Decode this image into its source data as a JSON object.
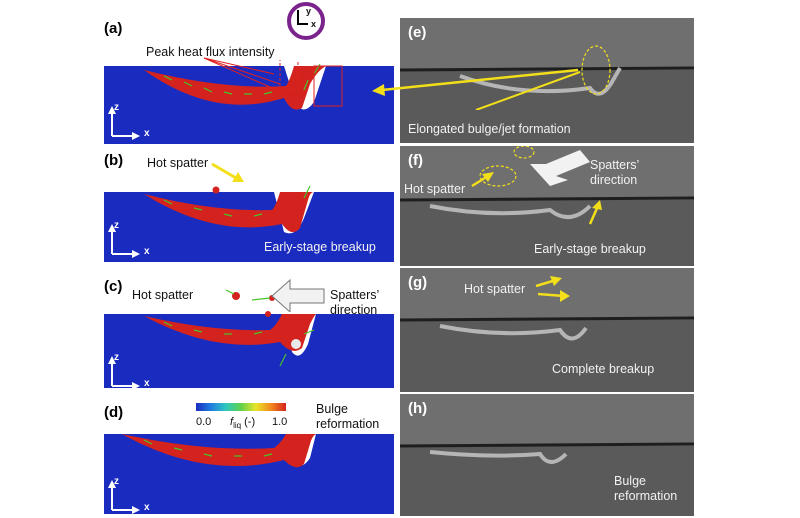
{
  "panels": {
    "a": "(a)",
    "b": "(b)",
    "c": "(c)",
    "d": "(d)",
    "e": "(e)",
    "f": "(f)",
    "g": "(g)",
    "h": "(h)"
  },
  "axes": {
    "z": "z",
    "x": "x"
  },
  "coord_icon": {
    "y": "y",
    "x": "x"
  },
  "annotations": {
    "peak_heat_flux": "Peak heat flux intensity",
    "hot_spatter_b": "Hot spatter",
    "early_breakup_b": "Early-stage breakup",
    "hot_spatter_c": "Hot spatter",
    "spatters_direction_c": "Spatters’\ndirection",
    "bulge_reformation_d": "Bulge\nreformation",
    "elongated_bulge": "Elongated bulge/jet formation",
    "hot_spatter_f": "Hot spatter",
    "spatters_direction_f": "Spatters’\ndirection",
    "early_breakup_f": "Early-stage breakup",
    "hot_spatter_g": "Hot spatter",
    "complete_breakup": "Complete breakup",
    "bulge_reformation_h": "Bulge\nreformation"
  },
  "colorbar": {
    "min": "0.0",
    "max": "1.0",
    "label": "f",
    "sub": "liq",
    "unit": " (-)"
  },
  "colors": {
    "substrate": "#1a2bbf",
    "melt": "#d4231e",
    "flow_vectors": "#46c42a",
    "arrow_yellow": "#f2df1a",
    "ring": "#7a238c",
    "xray_bg": "#6f6f6f"
  }
}
